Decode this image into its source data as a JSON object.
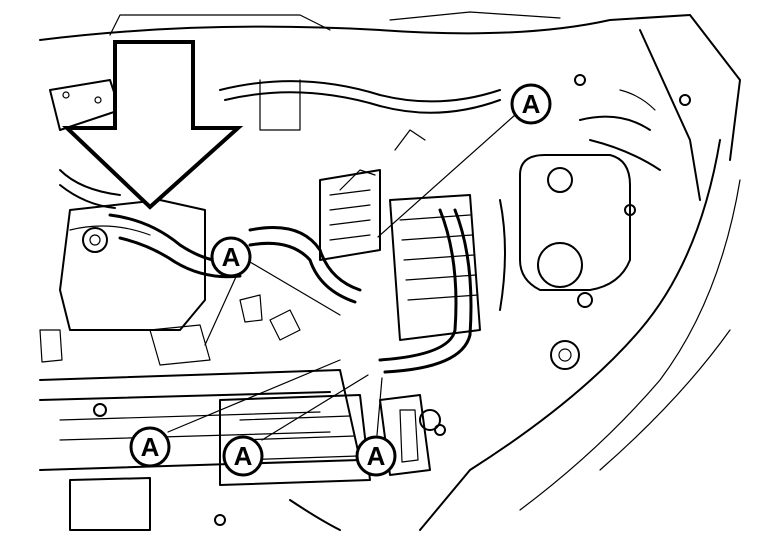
{
  "callouts": {
    "label": "A",
    "items": [
      {
        "id": "a1",
        "label": "A"
      },
      {
        "id": "a2",
        "label": "A"
      },
      {
        "id": "a3",
        "label": "A"
      },
      {
        "id": "a4",
        "label": "A"
      },
      {
        "id": "a5",
        "label": "A"
      }
    ]
  },
  "icons": {
    "arrow": "down-arrow-icon",
    "callout": "callout-circle-icon"
  },
  "colors": {
    "ink": "#000000",
    "paper": "#ffffff"
  }
}
